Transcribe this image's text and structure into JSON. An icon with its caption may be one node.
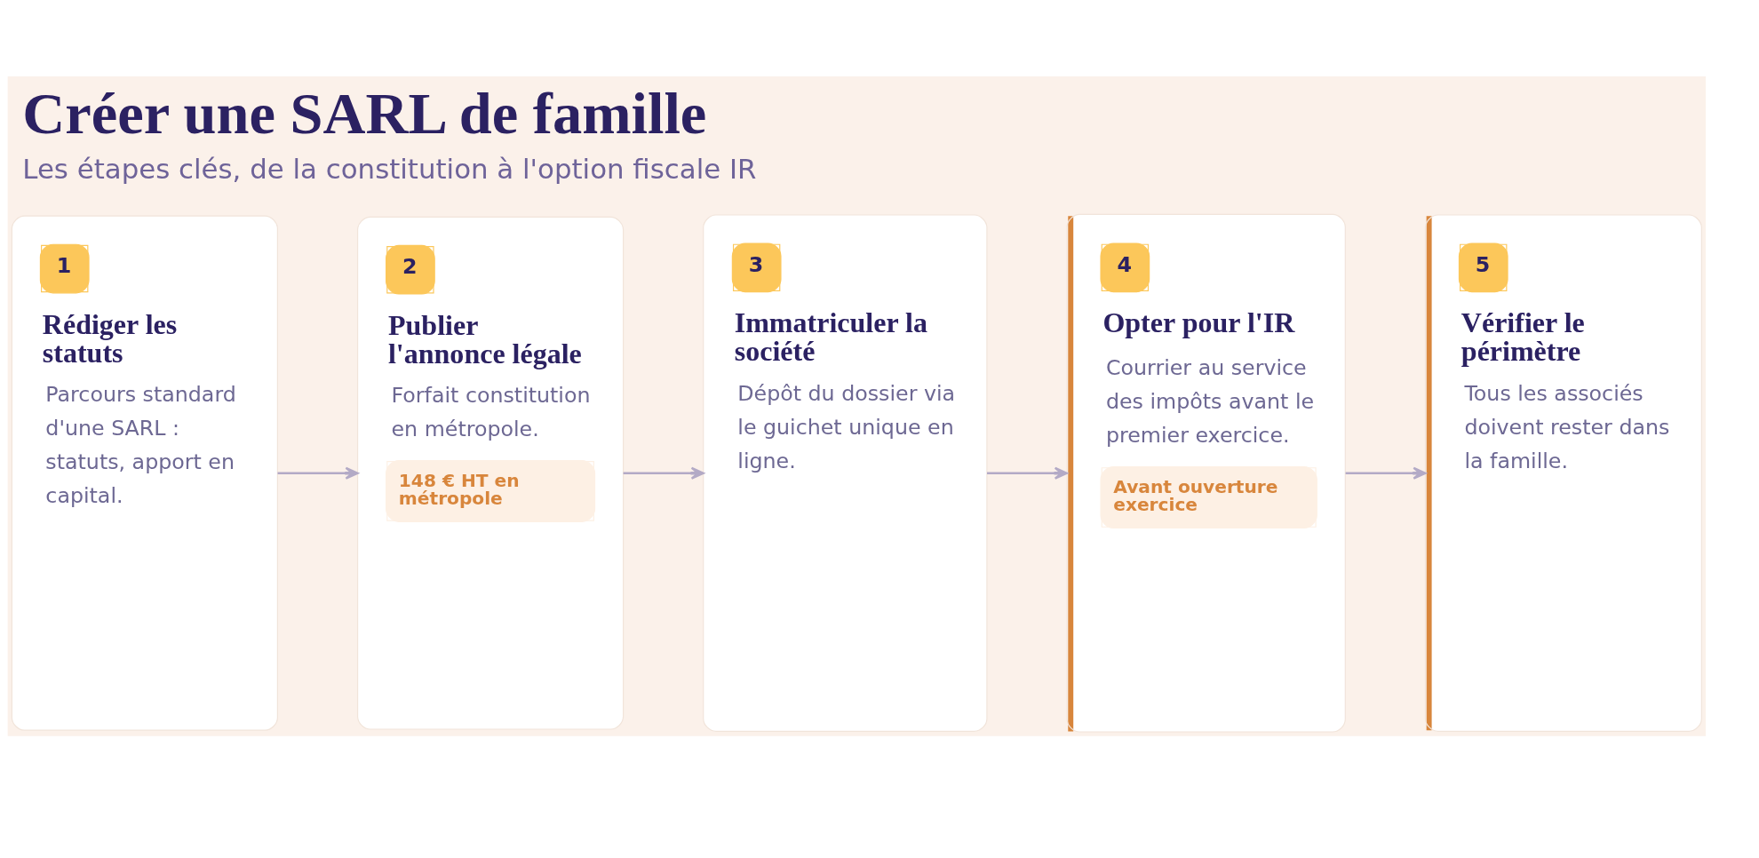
{
  "diagram": {
    "title": "Créer une SARL de famille",
    "caption": "Les étapes clés, de la constitution à l'option fiscale IR",
    "nodes": [
      {
        "text": [
          "1",
          "Rédiger les statuts",
          "Parcours standard d'une SARL : statuts, apport en capital."
        ]
      },
      {
        "text": [
          "2",
          "Publier l'annonce légale",
          "Forfait constitution en métropole.",
          "148 € HT en métropole"
        ]
      },
      {
        "text": [
          "3",
          "Immatriculer la société",
          "Dépôt du dossier via le guichet unique en ligne."
        ]
      },
      {
        "text": [
          "4",
          "Opter pour l'IR",
          "Courrier au service des impôts avant le premier exercice.",
          "Avant ouverture exercice"
        ]
      },
      {
        "text": [
          "5",
          "Vérifier le périmètre",
          "Tous les associés doivent rester dans la famille."
        ]
      }
    ],
    "edges": [
      {
        "from": 0,
        "to": 1,
        "arrow": "to"
      },
      {
        "from": 1,
        "to": 2,
        "arrow": "to"
      },
      {
        "from": 2,
        "to": 3,
        "arrow": "to"
      },
      {
        "from": 3,
        "to": 4,
        "arrow": "to"
      }
    ]
  }
}
